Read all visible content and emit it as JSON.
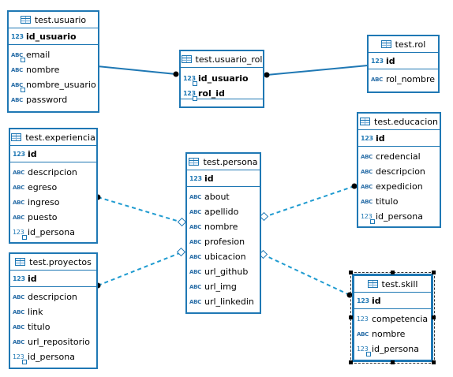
{
  "diagram": {
    "entities": [
      {
        "id": "usuario",
        "title": "test.usuario",
        "pk": "id_usuario",
        "pk_icon": "123",
        "attrs": [
          {
            "name": "email",
            "type": "ABC",
            "key": true
          },
          {
            "name": "nombre",
            "type": "ABC",
            "key": false
          },
          {
            "name": "nombre_usuario",
            "type": "ABC",
            "key": true
          },
          {
            "name": "password",
            "type": "ABC",
            "key": false
          }
        ]
      },
      {
        "id": "usuario_rol",
        "title": "test.usuario_rol",
        "pk": "",
        "pk_icon": "",
        "pk_list": [
          {
            "name": "id_usuario",
            "type": "123",
            "key": true
          },
          {
            "name": "rol_id",
            "type": "123",
            "key": true
          }
        ],
        "attrs": []
      },
      {
        "id": "rol",
        "title": "test.rol",
        "pk": "id",
        "pk_icon": "123",
        "attrs": [
          {
            "name": "rol_nombre",
            "type": "ABC",
            "key": false
          }
        ]
      },
      {
        "id": "experiencia",
        "title": "test.experiencia",
        "pk": "id",
        "pk_icon": "123",
        "attrs": [
          {
            "name": "descripcion",
            "type": "ABC",
            "key": false
          },
          {
            "name": "egreso",
            "type": "ABC",
            "key": false
          },
          {
            "name": "ingreso",
            "type": "ABC",
            "key": false
          },
          {
            "name": "puesto",
            "type": "ABC",
            "key": false
          },
          {
            "name": "id_persona",
            "type": "123",
            "key": true
          }
        ]
      },
      {
        "id": "persona",
        "title": "test.persona",
        "pk": "id",
        "pk_icon": "123",
        "attrs": [
          {
            "name": "about",
            "type": "ABC",
            "key": false
          },
          {
            "name": "apellido",
            "type": "ABC",
            "key": false
          },
          {
            "name": "nombre",
            "type": "ABC",
            "key": false
          },
          {
            "name": "profesion",
            "type": "ABC",
            "key": false
          },
          {
            "name": "ubicacion",
            "type": "ABC",
            "key": false
          },
          {
            "name": "url_github",
            "type": "ABC",
            "key": false
          },
          {
            "name": "url_img",
            "type": "ABC",
            "key": false
          },
          {
            "name": "url_linkedin",
            "type": "ABC",
            "key": false
          }
        ]
      },
      {
        "id": "educacion",
        "title": "test.educacion",
        "pk": "id",
        "pk_icon": "123",
        "attrs": [
          {
            "name": "credencial",
            "type": "ABC",
            "key": false
          },
          {
            "name": "descripcion",
            "type": "ABC",
            "key": false
          },
          {
            "name": "expedicion",
            "type": "ABC",
            "key": false
          },
          {
            "name": "titulo",
            "type": "ABC",
            "key": false
          },
          {
            "name": "id_persona",
            "type": "123",
            "key": true
          }
        ]
      },
      {
        "id": "proyectos",
        "title": "test.proyectos",
        "pk": "id",
        "pk_icon": "123",
        "attrs": [
          {
            "name": "descripcion",
            "type": "ABC",
            "key": false
          },
          {
            "name": "link",
            "type": "ABC",
            "key": false
          },
          {
            "name": "titulo",
            "type": "ABC",
            "key": false
          },
          {
            "name": "url_repositorio",
            "type": "ABC",
            "key": false
          },
          {
            "name": "id_persona",
            "type": "123",
            "key": true
          }
        ]
      },
      {
        "id": "skill",
        "title": "test.skill",
        "pk": "id",
        "pk_icon": "123",
        "attrs": [
          {
            "name": "competencia",
            "type": "123",
            "key": false
          },
          {
            "name": "nombre",
            "type": "ABC",
            "key": false
          },
          {
            "name": "id_persona",
            "type": "123",
            "key": true
          }
        ]
      }
    ],
    "colors": {
      "border": "#1f78b4",
      "link": "#1f9bd0",
      "link_solid": "#1f78b4"
    }
  }
}
